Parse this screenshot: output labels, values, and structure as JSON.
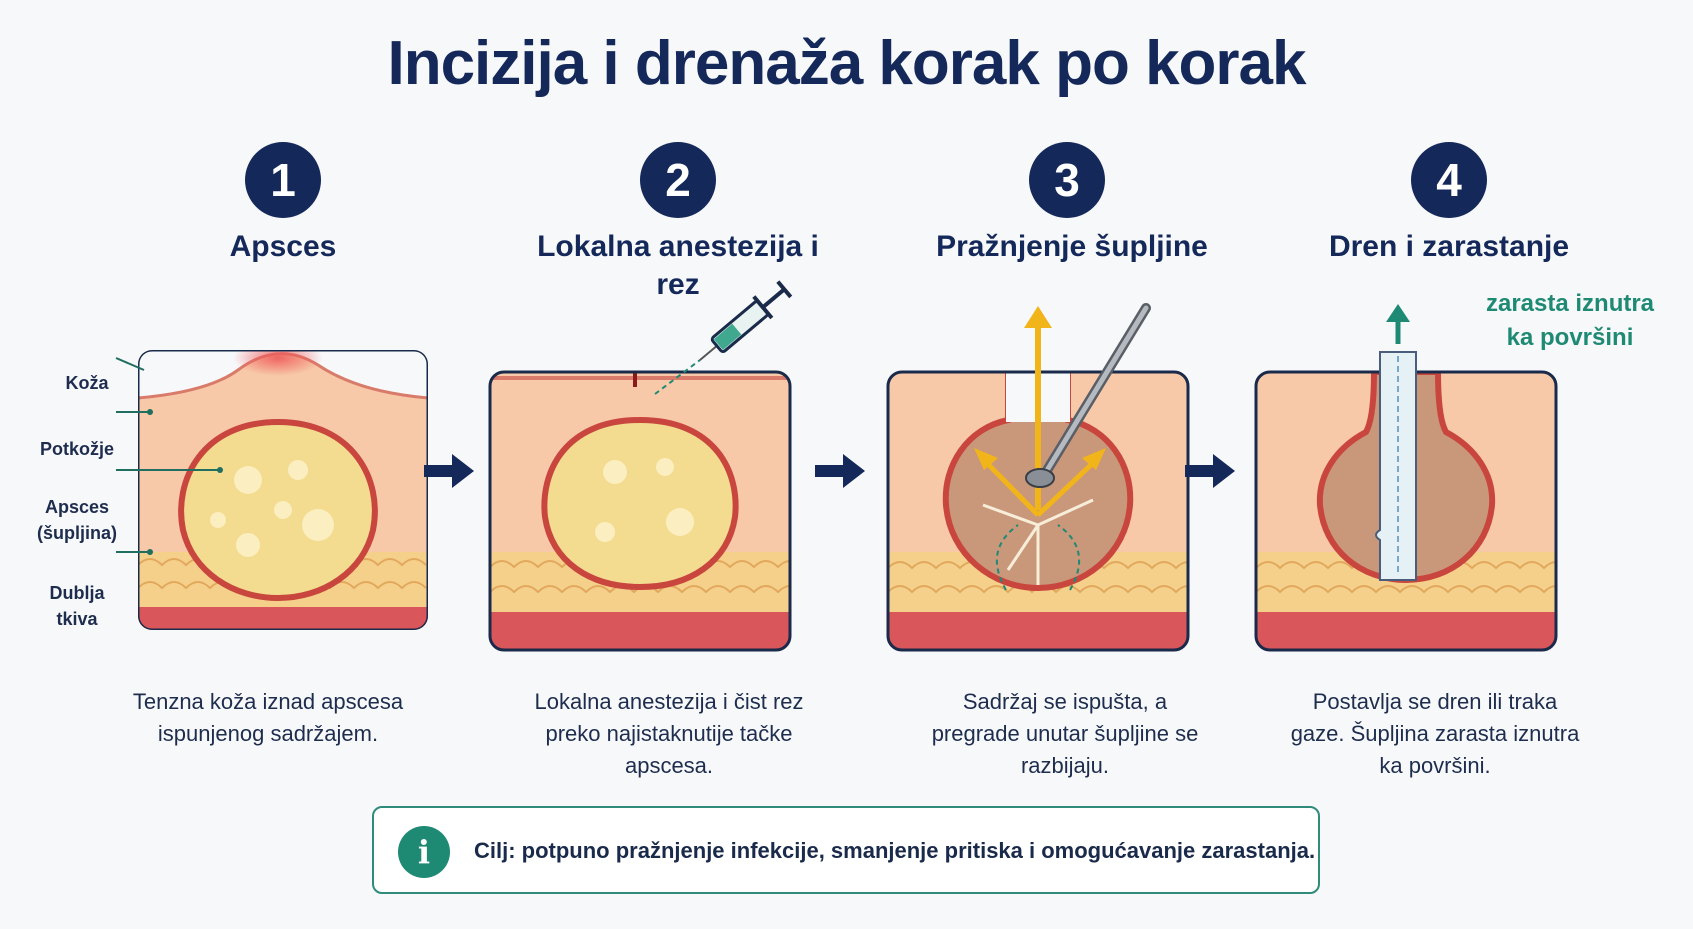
{
  "title": "Incizija i drenaža korak po korak",
  "steps": [
    {
      "number": "1",
      "title": "Apsces",
      "description": "Tenzna koža iznad apscesa ispunjenog sadržajem."
    },
    {
      "number": "2",
      "title": "Lokalna anestezija i rez",
      "description": "Lokalna anestezija i čist rez preko najistaknutije tačke apscesa."
    },
    {
      "number": "3",
      "title": "Pražnjenje šupljine",
      "description": "Sadržaj se ispušta, a pregrade unutar šupljine se razbijaju."
    },
    {
      "number": "4",
      "title": "Dren i zarastanje",
      "description": "Postavlja se dren ili traka gaze. Šupljina zarasta iznutra ka površini."
    }
  ],
  "layer_labels": {
    "skin": "Koža",
    "subcutis": "Potkožje",
    "abscess": "Apsces (šupljina)",
    "deep": "Dublja tkiva"
  },
  "healing_note": "zarasta iznutra ka površini",
  "goal": "Cilj: potpuno pražnjenje infekcije, smanjenje pritiska i omogućavanje zarastanja.",
  "colors": {
    "navy": "#14285a",
    "teal": "#1f8a74",
    "skin": "#f7c9a8",
    "fat": "#f5d08a",
    "pus": "#f3dc8f",
    "muscle": "#d9575a",
    "arrow_yellow": "#f2b519"
  },
  "icons": [
    "syringe-icon",
    "arrow-right-icon",
    "info-icon",
    "drain-icon",
    "probe-icon"
  ]
}
